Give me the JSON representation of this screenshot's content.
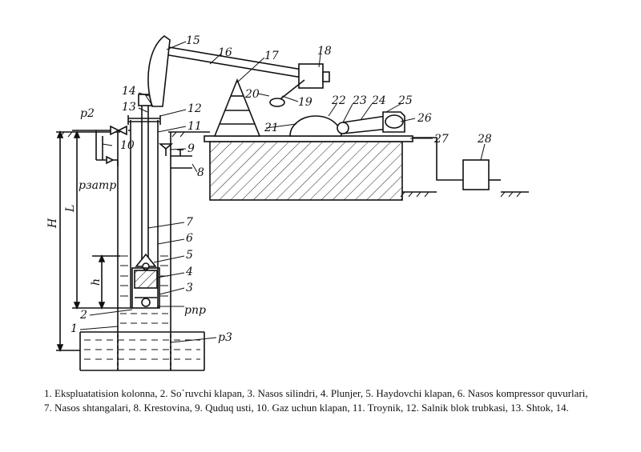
{
  "labels": {
    "n1": "1",
    "n2": "2",
    "n3": "3",
    "n4": "4",
    "n5": "5",
    "n6": "6",
    "n7": "7",
    "n8": "8",
    "n9": "9",
    "n10": "10",
    "n11": "11",
    "n12": "12",
    "n13": "13",
    "n14": "14",
    "n15": "15",
    "n16": "16",
    "n17": "17",
    "n18": "18",
    "n19": "19",
    "n20": "20",
    "n21": "21",
    "n22": "22",
    "n23": "23",
    "n24": "24",
    "n25": "25",
    "n26": "26",
    "n27": "27",
    "n28": "28",
    "H": "H",
    "L": "L",
    "h": "h",
    "p2": "p2",
    "pzatr": "pзатр",
    "ppr": "pпр",
    "p3": "p3"
  },
  "caption": {
    "line1": "1. Ekspluatatision kolonna, 2. So`ruvchi klapan, 3. Nasos silindri, 4. Plunjer, 5. Haydovchi klapan, 6. Nasos kompressor quvurlari,",
    "line2": "7. Nasos shtangalari, 8. Krestovina, 9. Quduq usti, 10. Gaz uchun klapan, 11. Troynik, 12. Salnik blok trubkasi, 13. Shtok, 14."
  }
}
